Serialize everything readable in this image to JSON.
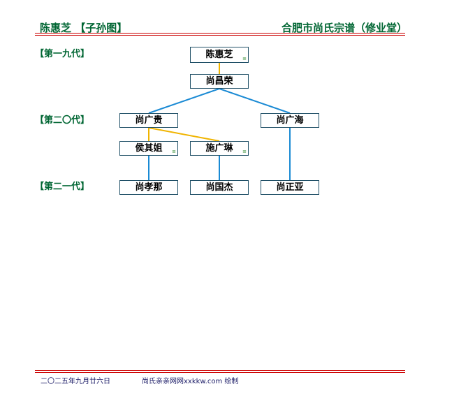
{
  "header": {
    "left": "陈惠芝 【子孙图】",
    "right": "合肥市尚氏宗谱（修业堂）"
  },
  "generations": [
    "【第一九代】",
    "【第二〇代】",
    "【第二一代】"
  ],
  "tree": {
    "chen_huizhi": "陈惠芝",
    "shang_changrong": "尚昌荣",
    "shang_guanggui": "尚广贵",
    "shang_guanghai": "尚广海",
    "hou_qijie": "侯其姐",
    "shi_guanglin": "施广琳",
    "shang_xiaona": "尚孝那",
    "shang_guojie": "尚国杰",
    "shang_zhengya": "尚正亚",
    "mark": "≡"
  },
  "footer": {
    "date": "二〇二五年九月廿六日",
    "credit": "尚氏亲亲网网xxkkw.com 绘制"
  },
  "colors": {
    "accent_green": "#006633",
    "rule_red": "#cc0000",
    "descent_line": "#1a8ad4",
    "marriage_line": "#f0b400",
    "box_border": "#1f4f66"
  }
}
